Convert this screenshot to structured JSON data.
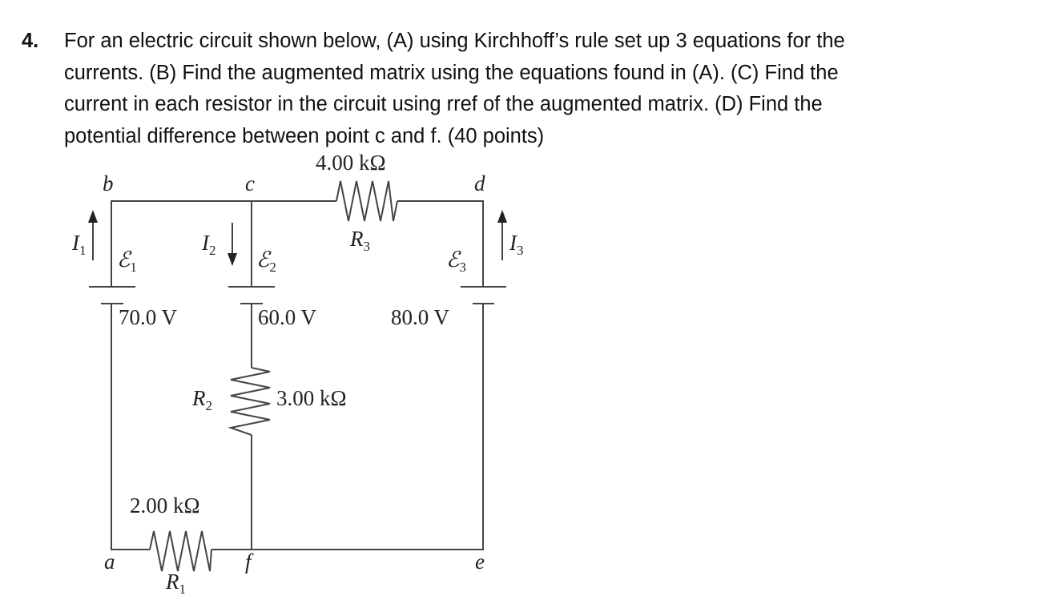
{
  "question": {
    "number": "4.",
    "lines": [
      "For an electric circuit shown below, (A) using Kirchhoff’s rule set up 3 equations for the",
      "currents.  (B) Find the augmented matrix using the equations found in (A).  (C) Find the",
      "current in each resistor in the circuit using rref of the augmented matrix.  (D) Find the",
      "potential difference between point c and f. (40 points)"
    ]
  },
  "circuit": {
    "nodes": {
      "a": "a",
      "b": "b",
      "c": "c",
      "d": "d",
      "e": "e",
      "f": "f"
    },
    "currents": [
      {
        "symbol": "I",
        "sub": "1"
      },
      {
        "symbol": "I",
        "sub": "2"
      },
      {
        "symbol": "I",
        "sub": "3"
      }
    ],
    "emfs": [
      {
        "symbol": "ℰ",
        "sub": "1",
        "value": "70.0 V"
      },
      {
        "symbol": "ℰ",
        "sub": "2",
        "value": "60.0 V"
      },
      {
        "symbol": "ℰ",
        "sub": "3",
        "value": "80.0 V"
      }
    ],
    "resistors": [
      {
        "symbol": "R",
        "sub": "1",
        "value": "2.00 kΩ"
      },
      {
        "symbol": "R",
        "sub": "2",
        "value": "3.00 kΩ"
      },
      {
        "symbol": "R",
        "sub": "3",
        "value": "4.00 kΩ"
      }
    ]
  }
}
